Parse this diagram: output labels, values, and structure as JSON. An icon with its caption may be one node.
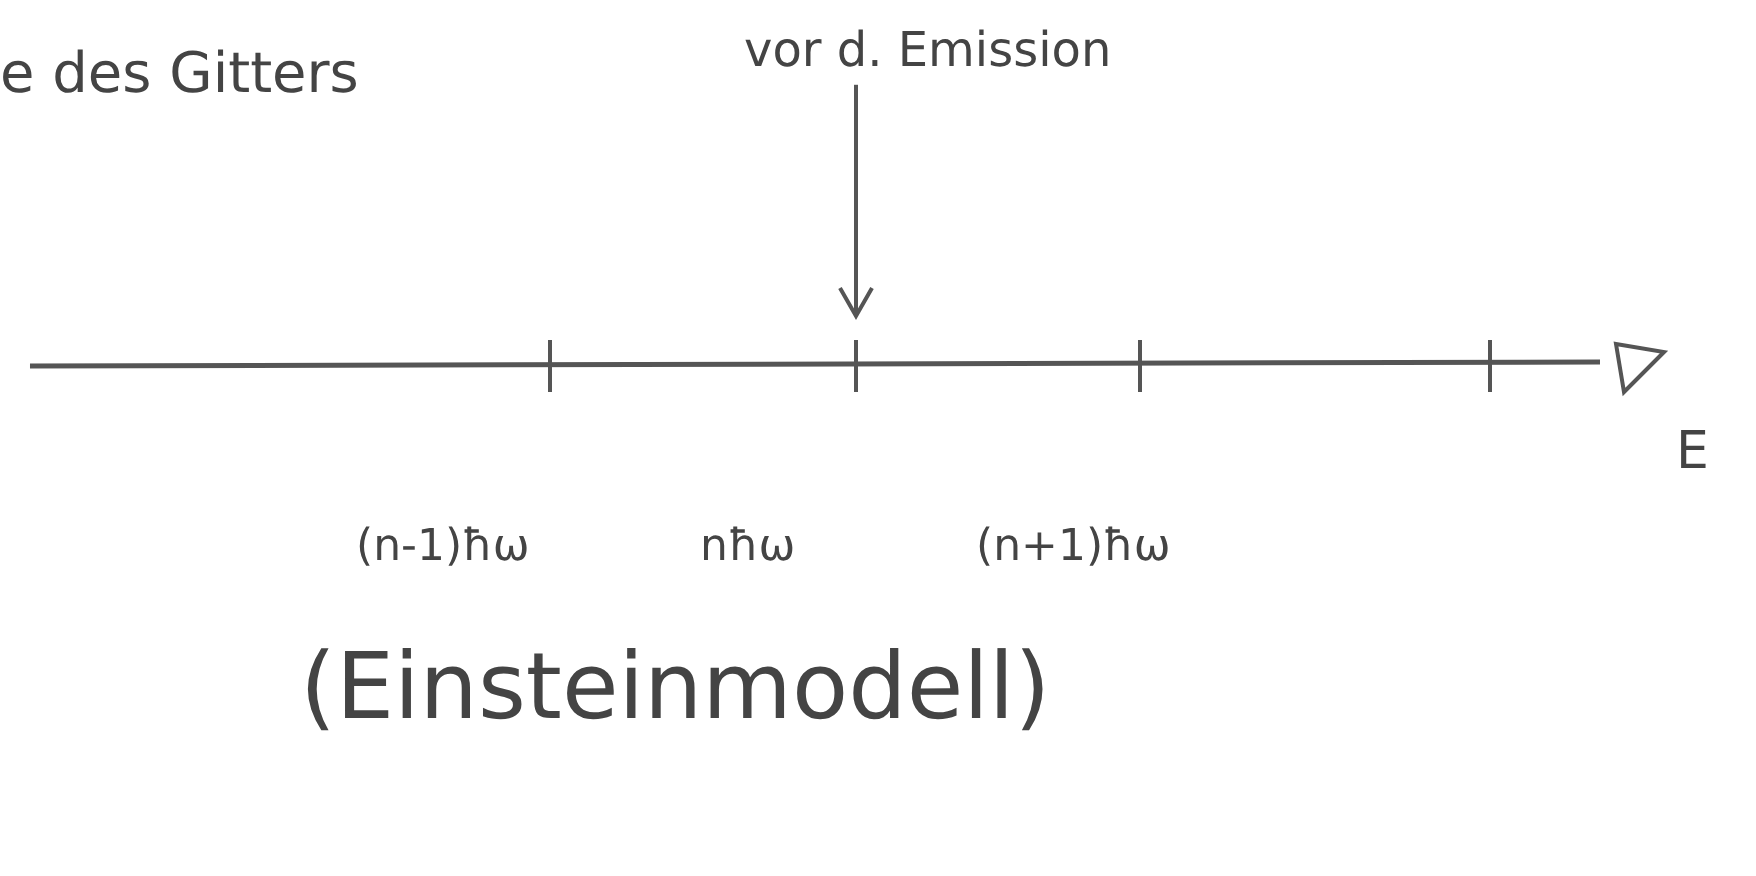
{
  "diagram": {
    "nodes": [
      {
        "text": [
          "vor d. Emission"
        ]
      },
      {
        "text": [],
        "shape": "bar"
      }
    ],
    "edges": [
      {
        "from": 0,
        "to": 1,
        "arrow": "to"
      }
    ],
    "labels": [
      "e des Gitters",
      "E",
      "(n-1)ħω",
      "nħω",
      "(n+1)ħω",
      "(Einsteinmodell)"
    ]
  }
}
